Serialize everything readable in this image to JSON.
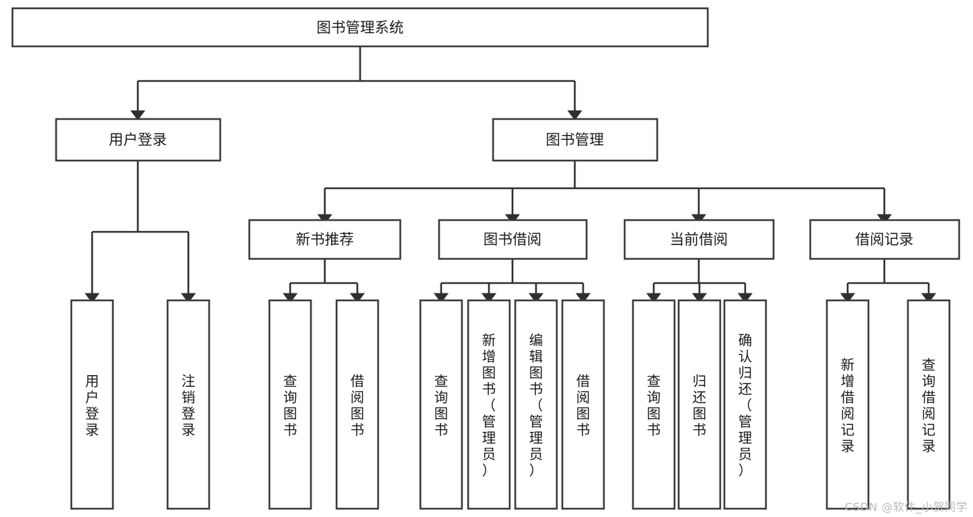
{
  "diagram": {
    "type": "tree-hierarchy",
    "title": "图书管理系统",
    "watermark": "CSDN @软件_小贺同学",
    "colors": {
      "box_stroke": "#3a3a3a",
      "box_fill": "#ffffff",
      "connector": "#2f2f2f",
      "text": "#1b1b1b",
      "watermark": "#b9b9b9",
      "background": "#ffffff"
    },
    "root": {
      "id": "root",
      "label": "图书管理系统"
    },
    "level2": [
      {
        "id": "user-login",
        "label": "用户登录"
      },
      {
        "id": "book-manage",
        "label": "图书管理"
      }
    ],
    "level3": [
      {
        "id": "new-book-rec",
        "label": "新书推荐",
        "parent": "book-manage"
      },
      {
        "id": "book-borrow",
        "label": "图书借阅",
        "parent": "book-manage"
      },
      {
        "id": "current-borrow",
        "label": "当前借阅",
        "parent": "book-manage"
      },
      {
        "id": "borrow-record",
        "label": "借阅记录",
        "parent": "book-manage"
      }
    ],
    "leaves": [
      {
        "id": "leaf-user-login",
        "label": "用户登录",
        "parent": "user-login"
      },
      {
        "id": "leaf-logout",
        "label": "注销登录",
        "parent": "user-login"
      },
      {
        "id": "leaf-query-book-1",
        "label": "查询图书",
        "parent": "new-book-rec"
      },
      {
        "id": "leaf-borrow-book-1",
        "label": "借阅图书",
        "parent": "new-book-rec"
      },
      {
        "id": "leaf-query-book-2",
        "label": "查询图书",
        "parent": "book-borrow"
      },
      {
        "id": "leaf-add-book",
        "label": "新增图书（管理员）",
        "parent": "book-borrow"
      },
      {
        "id": "leaf-edit-book",
        "label": "编辑图书（管理员）",
        "parent": "book-borrow"
      },
      {
        "id": "leaf-borrow-book-2",
        "label": "借阅图书",
        "parent": "book-borrow"
      },
      {
        "id": "leaf-query-book-3",
        "label": "查询图书",
        "parent": "current-borrow"
      },
      {
        "id": "leaf-return-book",
        "label": "归还图书",
        "parent": "current-borrow"
      },
      {
        "id": "leaf-confirm-return",
        "label": "确认归还（管理员）",
        "parent": "current-borrow"
      },
      {
        "id": "leaf-add-record",
        "label": "新增借阅记录",
        "parent": "borrow-record"
      },
      {
        "id": "leaf-query-record",
        "label": "查询借阅记录",
        "parent": "borrow-record"
      }
    ]
  }
}
